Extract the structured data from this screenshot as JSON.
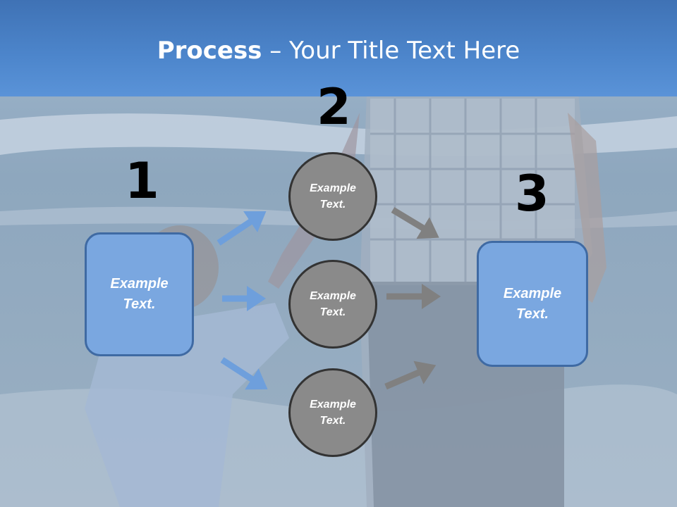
{
  "title": {
    "bold": "Process",
    "rest": " – Your Title Text Here"
  },
  "steps": [
    {
      "number": "1",
      "label": "Example\nText."
    },
    {
      "number": "2"
    },
    {
      "number": "3",
      "label": "Example\nText."
    }
  ],
  "circles": [
    {
      "label": "Example\nText."
    },
    {
      "label": "Example\nText."
    },
    {
      "label": "Example\nText."
    }
  ],
  "colors": {
    "title_band": "#4d86cc",
    "box_fill": "#7aa7e0",
    "box_border": "#3f6aa3",
    "circle_fill": "#8a8a8a",
    "circle_border": "#333333",
    "blue_arrow": "#6e9fdc",
    "gray_arrow": "#808080"
  },
  "background": {
    "photo": "beach-parent-child",
    "sky": "#a9c0d8",
    "sea": "#8fa9c1"
  }
}
